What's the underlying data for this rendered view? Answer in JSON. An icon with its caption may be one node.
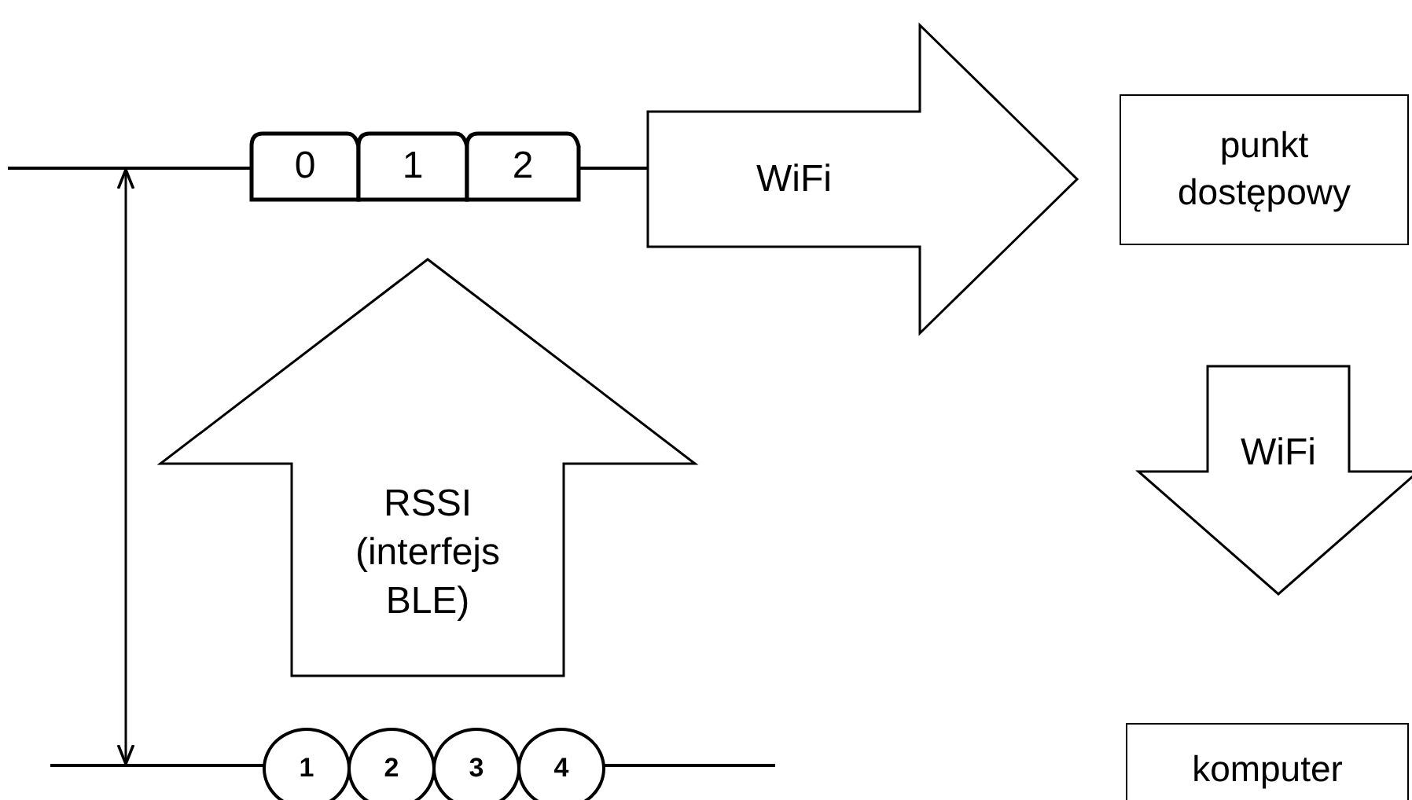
{
  "diagram": {
    "nodes": [
      {
        "text": [
          "0"
        ]
      },
      {
        "text": [
          "1"
        ]
      },
      {
        "text": [
          "2"
        ]
      },
      {
        "text": [
          "punkt dostępowy"
        ]
      },
      {
        "text": [
          "komputer"
        ]
      },
      {
        "text": [
          "1"
        ]
      },
      {
        "text": [
          "2"
        ]
      },
      {
        "text": [
          "3"
        ]
      },
      {
        "text": [
          "4"
        ]
      },
      {
        "text": [],
        "shape": "bar"
      },
      {
        "text": [],
        "shape": "bar"
      }
    ],
    "edges": [
      {
        "from": 2,
        "to": 3,
        "arrow": "to",
        "label": "WiFi"
      },
      {
        "from": 6,
        "to": 1,
        "arrow": "to",
        "label": "RSSI (interfejs BLE)"
      },
      {
        "from": 3,
        "to": 4,
        "arrow": "to",
        "label": "WiFi"
      },
      {
        "from": 9,
        "to": 10,
        "arrow": "both"
      }
    ]
  }
}
